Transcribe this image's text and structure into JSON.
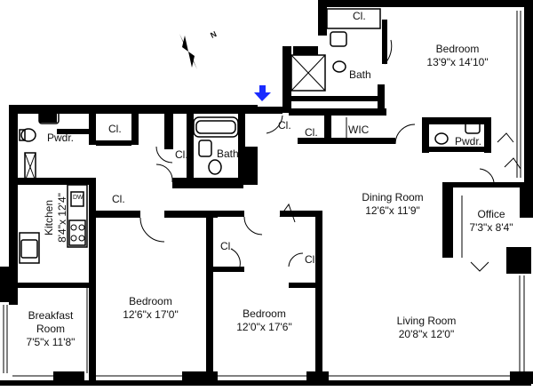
{
  "rooms": {
    "bedroom_master": {
      "name": "Bedroom",
      "dims": "13'9\"x 14'10\""
    },
    "dining_room": {
      "name": "Dining Room",
      "dims": "12'6\"x 11'9\""
    },
    "office": {
      "name": "Office",
      "dims": "7'3\"x 8'4\""
    },
    "living_room": {
      "name": "Living Room",
      "dims": "20'8\"x 12'0\""
    },
    "bedroom_2": {
      "name": "Bedroom",
      "dims": "12'0\"x 17'6\""
    },
    "bedroom_3": {
      "name": "Bedroom",
      "dims": "12'6\"x 17'0\""
    },
    "breakfast_room": {
      "name": "Breakfast",
      "name2": "Room",
      "dims": "7'5\"x 11'8\""
    },
    "kitchen": {
      "name": "Kitchen",
      "dims": "8'4\"x 12'4\""
    }
  },
  "labels": {
    "powder_left": "Pwdr.",
    "powder_right": "Pwdr.",
    "bath_left": "Bath",
    "bath_top": "Bath",
    "wic": "WIC",
    "closet": "Cl.",
    "compass_north": "N",
    "dw": "DW"
  },
  "colors": {
    "entry_arrow": "#1a2bff",
    "walls": "#000000"
  }
}
